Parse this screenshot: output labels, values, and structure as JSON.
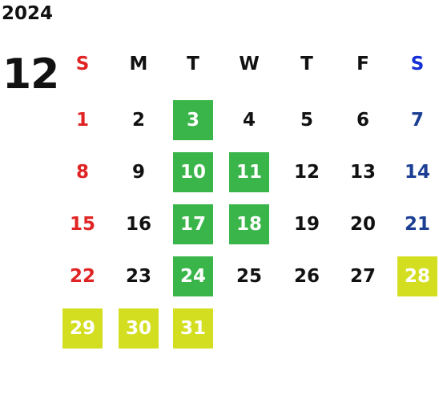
{
  "calendar": {
    "year": "2024",
    "month": "12",
    "colors": {
      "sunday": "#e02424",
      "saturday_header": "#1530d6",
      "saturday": "#1c3f94",
      "weekday": "#111111",
      "highlight_green": "#3ab54a",
      "highlight_yellow": "#d4de21"
    },
    "weekdays": [
      "S",
      "M",
      "T",
      "W",
      "T",
      "F",
      "S"
    ],
    "first_weekday_index": 0,
    "days": [
      {
        "label": "1"
      },
      {
        "label": "2"
      },
      {
        "label": "3",
        "highlight": "green"
      },
      {
        "label": "4"
      },
      {
        "label": "5"
      },
      {
        "label": "6"
      },
      {
        "label": "7"
      },
      {
        "label": "8"
      },
      {
        "label": "9"
      },
      {
        "label": "10",
        "highlight": "green"
      },
      {
        "label": "11",
        "highlight": "green"
      },
      {
        "label": "12"
      },
      {
        "label": "13"
      },
      {
        "label": "14"
      },
      {
        "label": "15"
      },
      {
        "label": "16"
      },
      {
        "label": "17",
        "highlight": "green"
      },
      {
        "label": "18",
        "highlight": "green"
      },
      {
        "label": "19"
      },
      {
        "label": "20"
      },
      {
        "label": "21"
      },
      {
        "label": "22"
      },
      {
        "label": "23"
      },
      {
        "label": "24",
        "highlight": "green"
      },
      {
        "label": "25"
      },
      {
        "label": "26"
      },
      {
        "label": "27"
      },
      {
        "label": "28",
        "highlight": "yellow"
      },
      {
        "label": "29",
        "highlight": "yellow"
      },
      {
        "label": "30",
        "highlight": "yellow"
      },
      {
        "label": "31",
        "highlight": "yellow"
      }
    ]
  }
}
